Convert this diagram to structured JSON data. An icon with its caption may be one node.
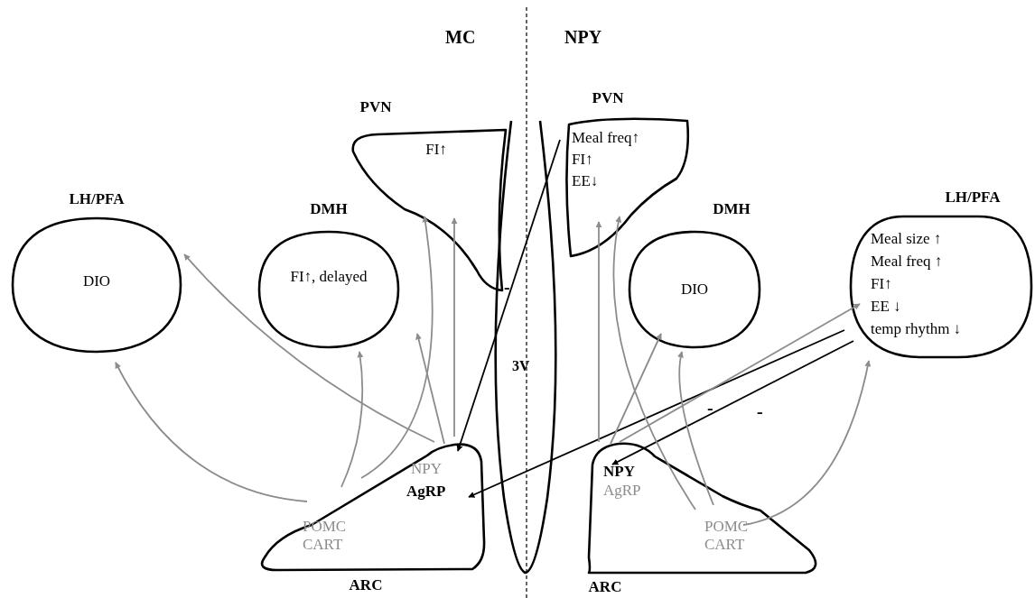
{
  "diagram": {
    "nodes": [
      {
        "text": [
          "LH/PFA",
          "DIO"
        ]
      },
      {
        "text": [
          "DMH",
          "FI↑, delayed"
        ]
      },
      {
        "text": [
          "PVN",
          "FI↑"
        ]
      },
      {
        "text": [
          "NPY",
          "AgRP",
          "POMC CART",
          "ARC"
        ]
      },
      {
        "text": [
          "PVN",
          "Meal freq↑",
          "FI↑",
          "EE↓"
        ]
      },
      {
        "text": [
          "DMH",
          "DIO"
        ]
      },
      {
        "text": [
          "LH/PFA",
          "Meal size ↑",
          "Meal freq ↑",
          "FI↑",
          "EE ↓",
          "temp rhythm ↓"
        ]
      },
      {
        "text": [
          "NPY",
          "AgRP",
          "POMC CART",
          "ARC"
        ]
      }
    ],
    "edges": [
      {
        "from": 3,
        "to": 0,
        "arrow": "to"
      },
      {
        "from": 3,
        "to": 0,
        "arrow": "to"
      },
      {
        "from": 3,
        "to": 1,
        "arrow": "to"
      },
      {
        "from": 3,
        "to": 1,
        "arrow": "to"
      },
      {
        "from": 3,
        "to": 2,
        "arrow": "to"
      },
      {
        "from": 3,
        "to": 2,
        "arrow": "to"
      },
      {
        "from": 4,
        "to": 3,
        "arrow": "to",
        "label": "-",
        "color": "#000000"
      },
      {
        "from": 6,
        "to": 3,
        "arrow": "to",
        "label": "-",
        "color": "#000000"
      },
      {
        "from": 6,
        "to": 7,
        "arrow": "to",
        "label": "-",
        "color": "#000000"
      },
      {
        "from": 7,
        "to": 4,
        "arrow": "to"
      },
      {
        "from": 7,
        "to": 4,
        "arrow": "to"
      },
      {
        "from": 7,
        "to": 5,
        "arrow": "to"
      },
      {
        "from": 7,
        "to": 5,
        "arrow": "to"
      },
      {
        "from": 7,
        "to": 6,
        "arrow": "to"
      },
      {
        "from": 7,
        "to": 6,
        "arrow": "to"
      }
    ],
    "labels": [
      "MC",
      "NPY",
      "3V"
    ]
  }
}
